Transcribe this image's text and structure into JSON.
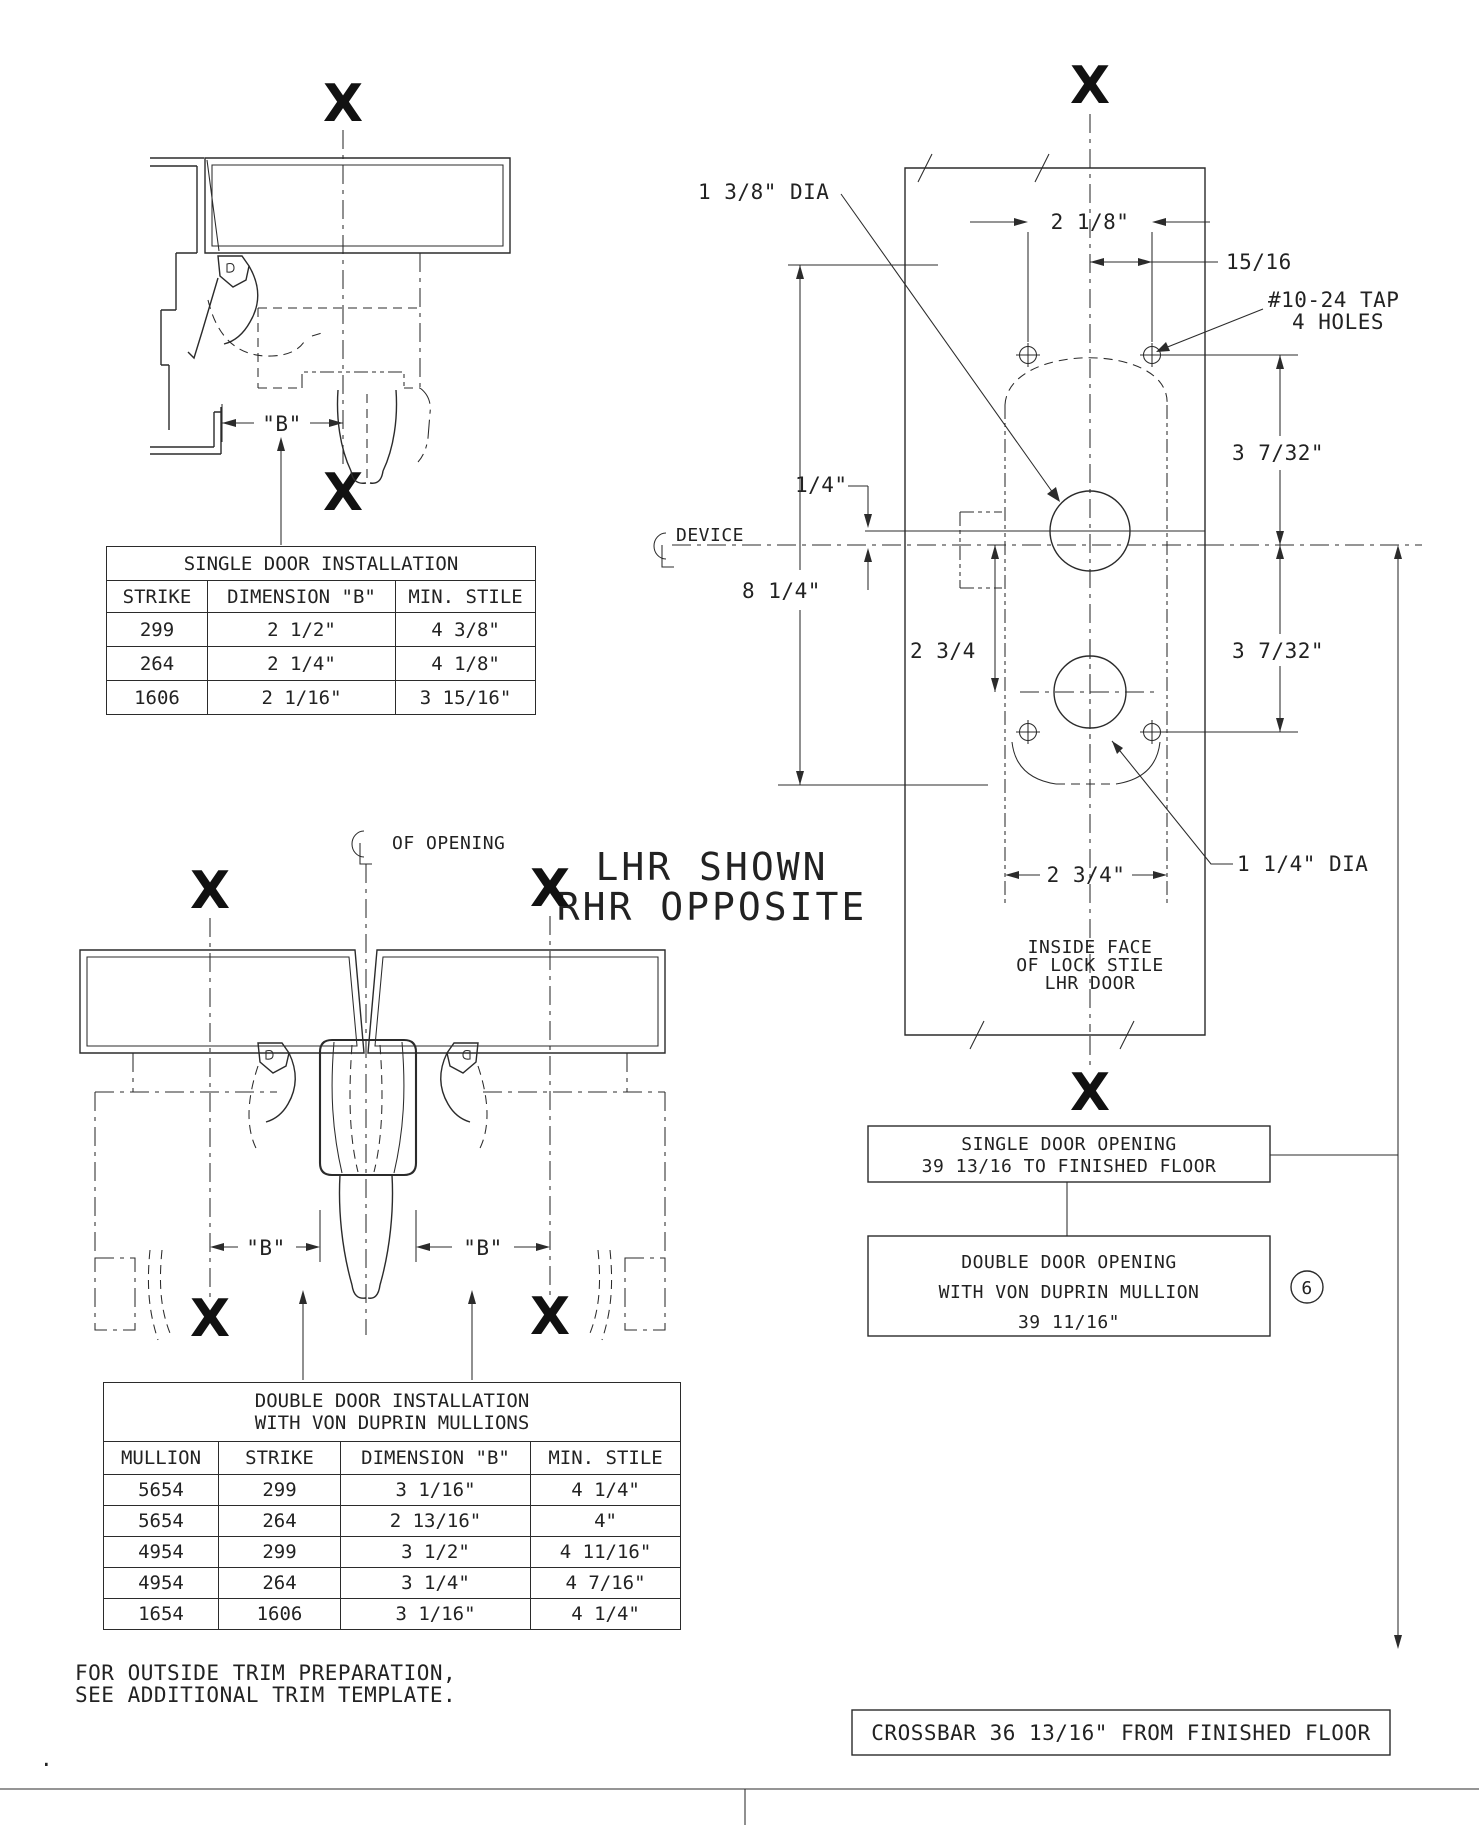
{
  "page": {
    "background": "#ffffff",
    "line_color": "#2b2b2b",
    "stray_dot": "."
  },
  "markers": {
    "x": "X"
  },
  "icons": {
    "centerline_symbol": "CL (centerline)"
  },
  "single_view": {
    "dim_b": "\"B\""
  },
  "single_table": {
    "title": "SINGLE DOOR INSTALLATION",
    "headers": [
      "STRIKE",
      "DIMENSION \"B\"",
      "MIN. STILE"
    ],
    "rows": [
      [
        "299",
        "2 1/2\"",
        "4 3/8\""
      ],
      [
        "264",
        "2 1/4\"",
        "4 1/8\""
      ],
      [
        "1606",
        "2 1/16\"",
        "3 15/16\""
      ]
    ]
  },
  "stile_view": {
    "dia_large": "1 3/8\" DIA",
    "dim_width": "2 1/8\"",
    "dim_offset": "15/16",
    "tap_label_1": "#10-24 TAP",
    "tap_label_2": "4 HOLES",
    "dim_upper": "3 7/32\"",
    "dim_quarter": "1/4\"",
    "device_label": "DEVICE",
    "dim_height": "8 1/4\"",
    "dim_spacing": "2 3/4",
    "dim_lower": "3 7/32\"",
    "dim_bottom_width": "2 3/4\"",
    "dia_small": "1 1/4\" DIA",
    "face_note_1": "INSIDE FACE",
    "face_note_2": "OF LOCK STILE",
    "face_note_3": "LHR DOOR"
  },
  "handing_note": {
    "line1": "LHR SHOWN",
    "line2": "RHR OPPOSITE"
  },
  "double_view": {
    "of_opening": "OF OPENING",
    "dim_b_left": "\"B\"",
    "dim_b_right": "\"B\""
  },
  "double_table": {
    "title_1": "DOUBLE DOOR INSTALLATION",
    "title_2": "WITH VON DUPRIN MULLIONS",
    "headers": [
      "MULLION",
      "STRIKE",
      "DIMENSION \"B\"",
      "MIN. STILE"
    ],
    "rows": [
      [
        "5654",
        "299",
        "3 1/16\"",
        "4 1/4\""
      ],
      [
        "5654",
        "264",
        "2 13/16\"",
        "4\""
      ],
      [
        "4954",
        "299",
        "3 1/2\"",
        "4 11/16\""
      ],
      [
        "4954",
        "264",
        "3 1/4\"",
        "4 7/16\""
      ],
      [
        "1654",
        "1606",
        "3 1/16\"",
        "4 1/4\""
      ]
    ]
  },
  "opening_notes": {
    "single_1": "SINGLE DOOR OPENING",
    "single_2": "39 13/16 TO FINISHED FLOOR",
    "double_1": "DOUBLE DOOR OPENING",
    "double_2": "WITH VON DUPRIN MULLION",
    "double_3": "39 11/16\"",
    "ref": "6"
  },
  "floor_note": "CROSSBAR 36 13/16\" FROM FINISHED FLOOR",
  "trim_note": {
    "line1": "FOR OUTSIDE TRIM PREPARATION,",
    "line2": "SEE ADDITIONAL TRIM TEMPLATE."
  }
}
